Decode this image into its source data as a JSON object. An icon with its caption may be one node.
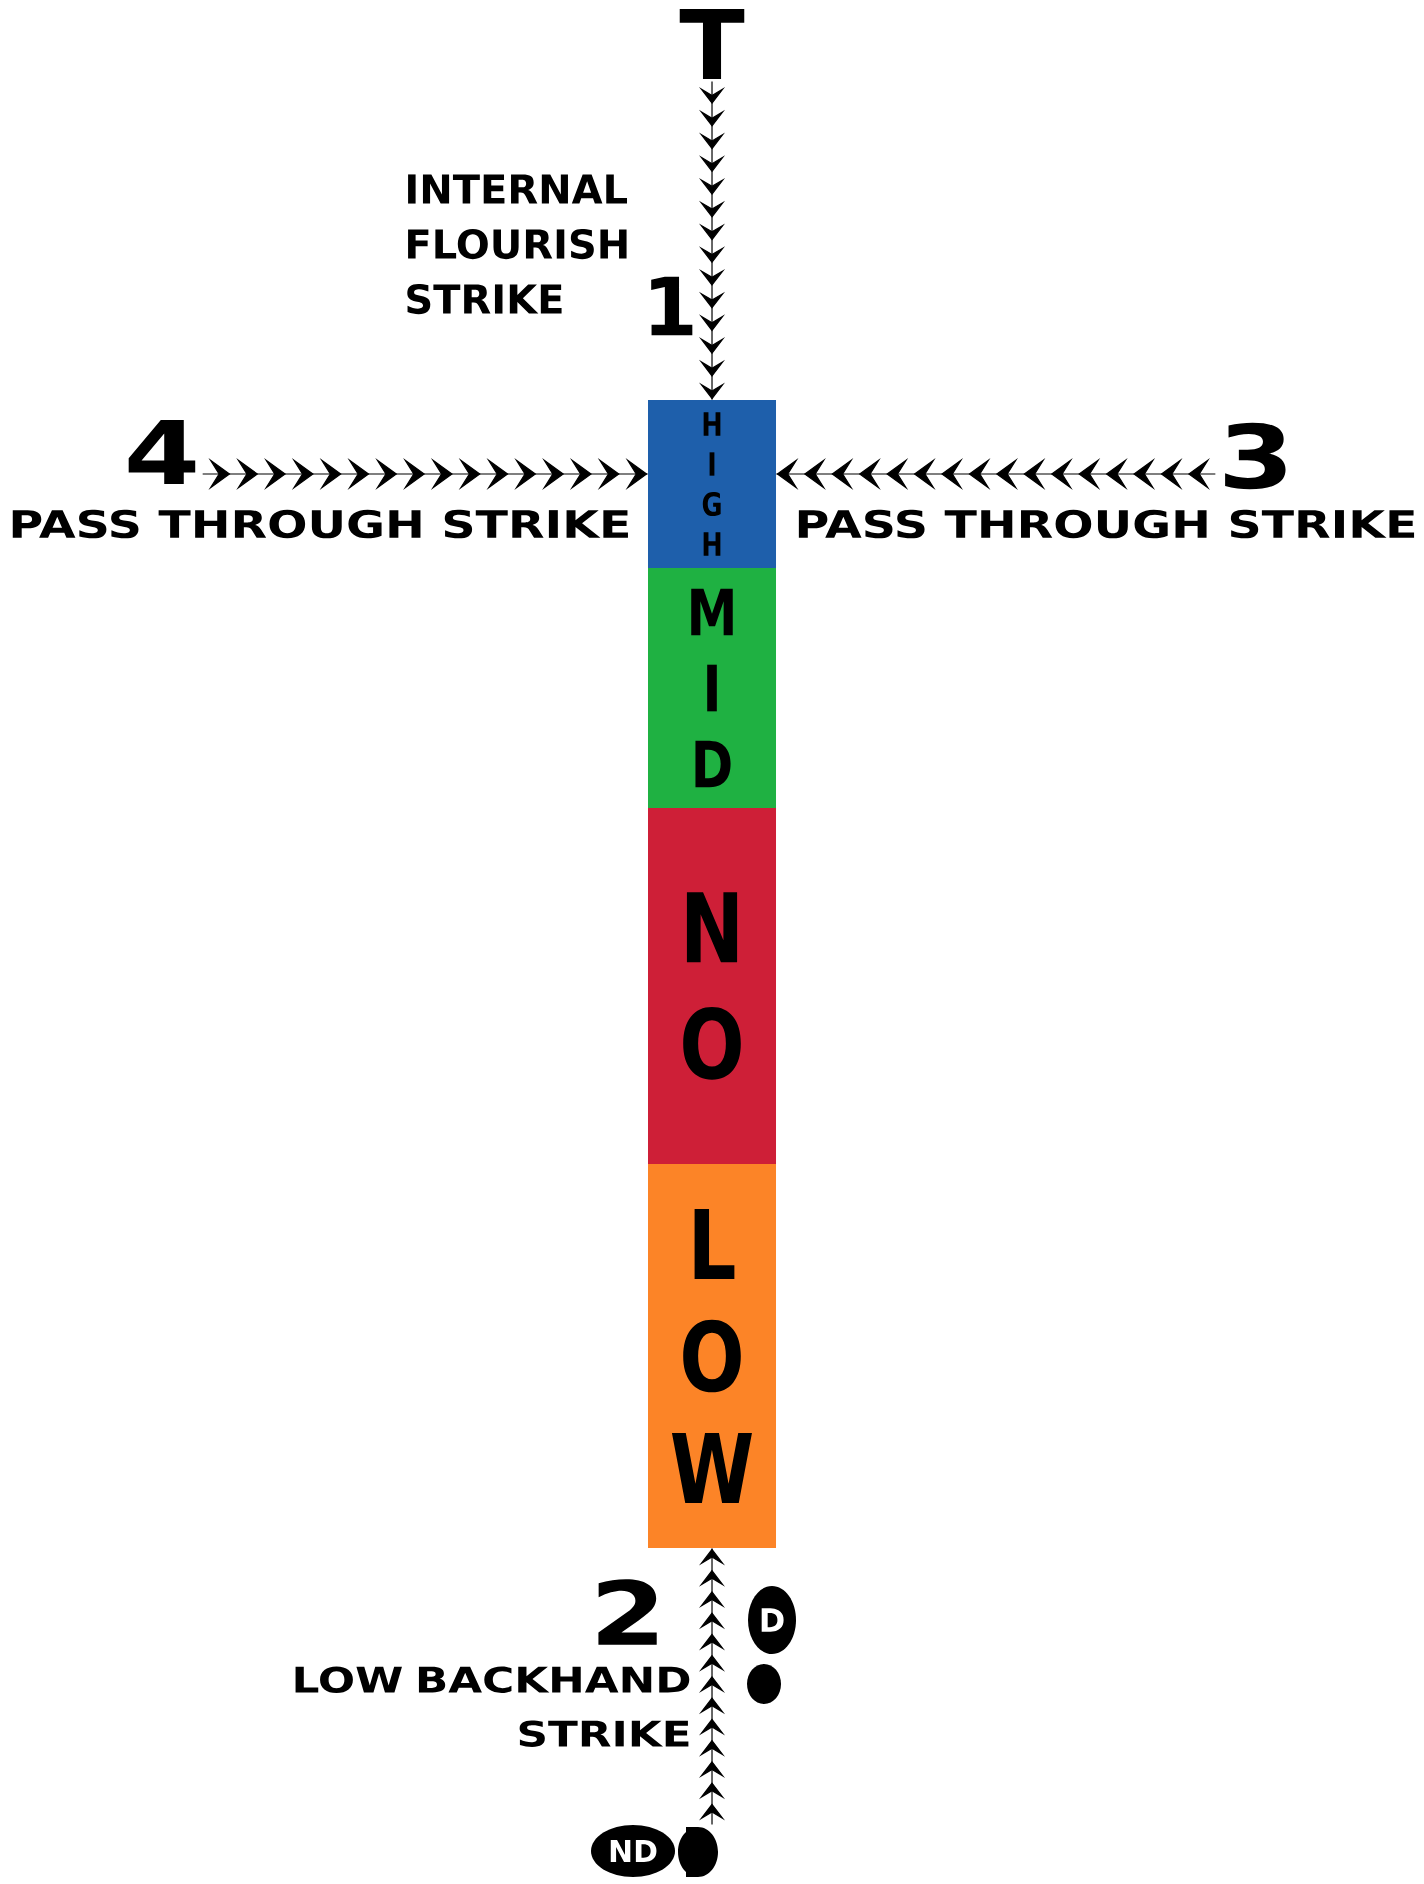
{
  "diagram": {
    "nodes": [
      {
        "text": [
          "T"
        ]
      },
      {
        "text": [
          "4"
        ],
        "beside": [
          "PASS THROUGH STRIKE"
        ]
      },
      {
        "text": [
          "HIGH"
        ]
      },
      {
        "text": [
          "3"
        ],
        "beside": [
          "PASS THROUGH STRIKE"
        ]
      },
      {
        "text": [
          "MID"
        ]
      },
      {
        "text": [
          "NO"
        ]
      },
      {
        "text": [
          "LOW"
        ]
      },
      {
        "text": [
          "D"
        ]
      },
      {
        "text": [
          "ND"
        ]
      }
    ],
    "edges": [
      {
        "from": 0,
        "to": 2,
        "arrow": "to"
      },
      {
        "from": 1,
        "to": 2,
        "arrow": "to"
      },
      {
        "from": 3,
        "to": 2,
        "arrow": "to"
      },
      {
        "from": 8,
        "to": 6,
        "arrow": "to"
      }
    ],
    "labels": [
      "INTERNAL FLOURISH STRIKE",
      "1",
      "2",
      "LOW BACKHAND STRIKE"
    ]
  }
}
